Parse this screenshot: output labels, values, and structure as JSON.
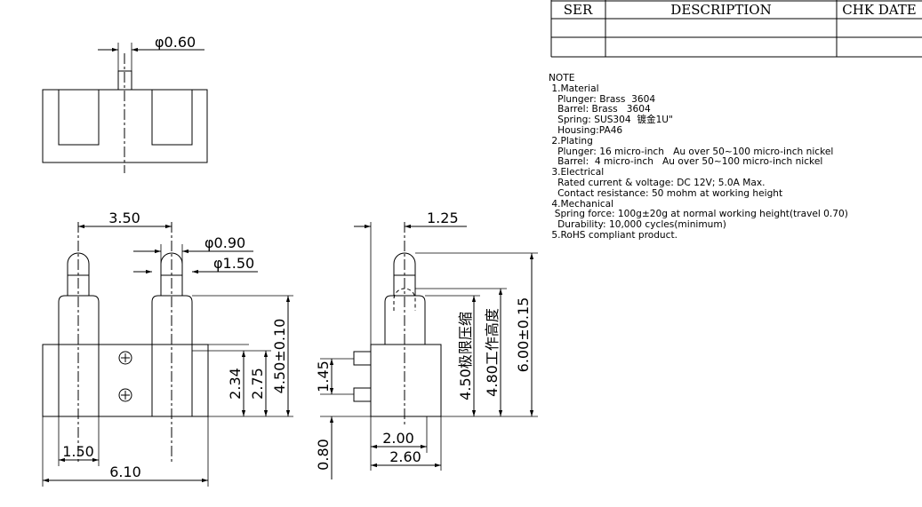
{
  "revision_table": {
    "headers": [
      "SER",
      "DESCRIPTION",
      "CHK DATE"
    ],
    "rows": [
      [
        "",
        "",
        ""
      ],
      [
        "",
        "",
        ""
      ]
    ]
  },
  "notes": [
    "NOTE",
    " 1.Material",
    "   Plunger: Brass  3604",
    "   Barrel: Brass   3604",
    "   Spring: SUS304  镀金1U\"",
    "   Housing:PA46",
    " 2.Plating",
    "   Plunger: 16 micro-inch   Au over 50~100 micro-inch nickel",
    "   Barrel:  4 micro-inch   Au over 50~100 micro-inch nickel",
    " 3.Electrical",
    "   Rated current & voltage: DC 12V; 5.0A Max.",
    "   Contact resistance: 50 mohm at working height",
    " 4.Mechanical",
    "  Spring force: 100g±20g at normal working height(travel 0.70)",
    "   Durability: 10,000 cycles(minimum)",
    " 5.RoHS compliant product."
  ],
  "dimensions": {
    "top_pin_dia": "φ0.60",
    "pitch": "3.50",
    "tip_dia": "φ0.90",
    "body_dia": "φ1.50",
    "edge_offset": "1.50",
    "total_length": "6.10",
    "h_234": "2.34",
    "h_275": "2.75",
    "h_450": "4.50±0.10",
    "side_offset": "1.25",
    "h_145": "1.45",
    "h_080": "0.80",
    "w_200": "2.00",
    "w_260": "2.60",
    "compress_height": "4.50极限压缩",
    "working_height": "4.80工作高度",
    "free_height": "6.00±0.15"
  }
}
